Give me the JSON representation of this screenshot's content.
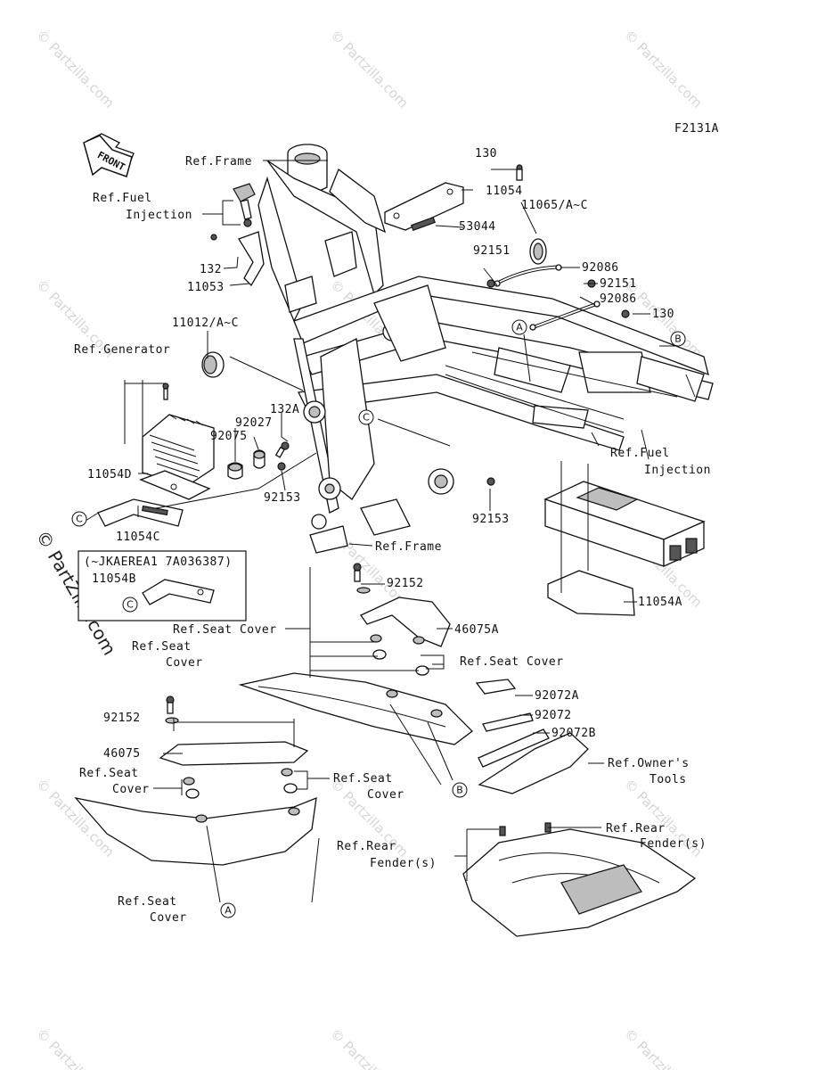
{
  "diagram_code": "F2131A",
  "front_arrow": "FRONT",
  "watermark": "© Partzilla.com",
  "watermark_side": "© PartZilla.com",
  "note_box": "(~JKAEREA1 7A036387)",
  "callouts": {
    "A": "A",
    "B": "B",
    "C": "C"
  },
  "labels": {
    "ref_frame_top": "Ref.Frame",
    "ref_fuel_inj_1": "Ref.Fuel",
    "ref_fuel_inj_1b": "Injection",
    "p132": "132",
    "p11053": "11053",
    "p11012": "11012/A~C",
    "ref_generator": "Ref.Generator",
    "p132A": "132A",
    "p92027": "92027",
    "p92075": "92075",
    "p11054D": "11054D",
    "p92153_l": "92153",
    "p11054C": "11054C",
    "p11054B": "11054B",
    "ref_seat_cover_1": "Ref.Seat",
    "ref_seat_cover_1b": "Cover",
    "p92152_l": "92152",
    "p46075": "46075",
    "ref_seat_cover_2": "Ref.Seat",
    "ref_seat_cover_2b": "Cover",
    "ref_seat_cover_3": "Ref.Seat",
    "ref_seat_cover_3b": "Cover",
    "ref_seat_cover_4": "Ref.Seat",
    "ref_seat_cover_4b": "Cover",
    "p130_t": "130",
    "p11054": "11054",
    "p11065": "11065/A~C",
    "p53044": "53044",
    "p92151_a": "92151",
    "p92086_a": "92086",
    "p92151_b": "92151",
    "p92086_b": "92086",
    "p130_b": "130",
    "ref_fuel_inj_2": "Ref.Fuel",
    "ref_fuel_inj_2b": "Injection",
    "p92153_r": "92153",
    "ref_frame_mid": "Ref.Frame",
    "p92152_r": "92152",
    "ref_seat_cover_mid": "Ref.Seat Cover",
    "p46075A": "46075A",
    "ref_seat_cover_r": "Ref.Seat Cover",
    "p11054A": "11054A",
    "p92072A": "92072A",
    "p92072": "92072",
    "p92072B": "92072B",
    "ref_owners_tools": "Ref.Owner's",
    "ref_owners_tools_b": "Tools",
    "ref_rear_fender_r": "Ref.Rear",
    "ref_rear_fender_rb": "Fender(s)",
    "ref_rear_fender_l": "Ref.Rear",
    "ref_rear_fender_lb": "Fender(s)"
  }
}
